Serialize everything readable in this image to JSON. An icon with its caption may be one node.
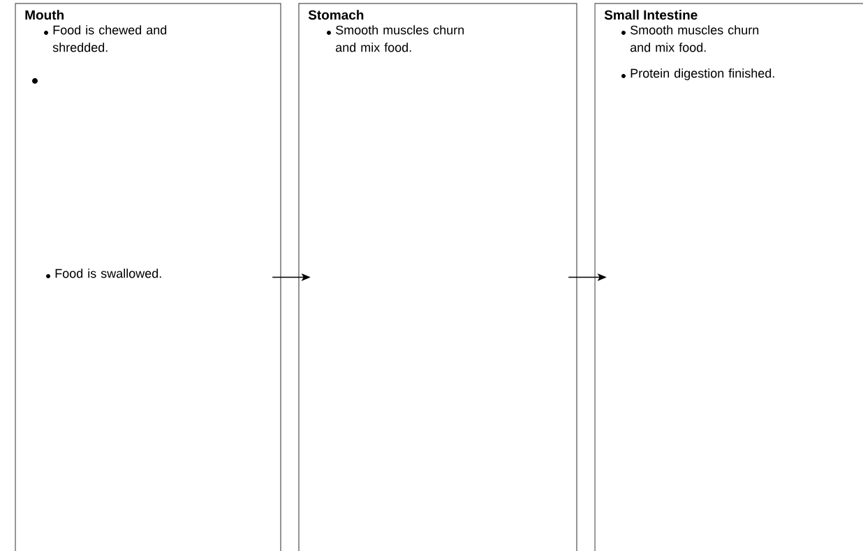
{
  "diagram": {
    "nodes": [
      {
        "text": [
          "Mouth",
          "Food is chewed and shredded.",
          "Food is swallowed."
        ]
      },
      {
        "text": [
          "Stomach",
          "Smooth muscles churn and mix food."
        ]
      },
      {
        "text": [
          "Small Intestine",
          "Smooth muscles churn and mix food.",
          "Protein digestion finished."
        ]
      }
    ],
    "edges": [
      {
        "from": 0,
        "to": 1,
        "arrow": "to"
      },
      {
        "from": 1,
        "to": 2,
        "arrow": "to"
      }
    ]
  }
}
